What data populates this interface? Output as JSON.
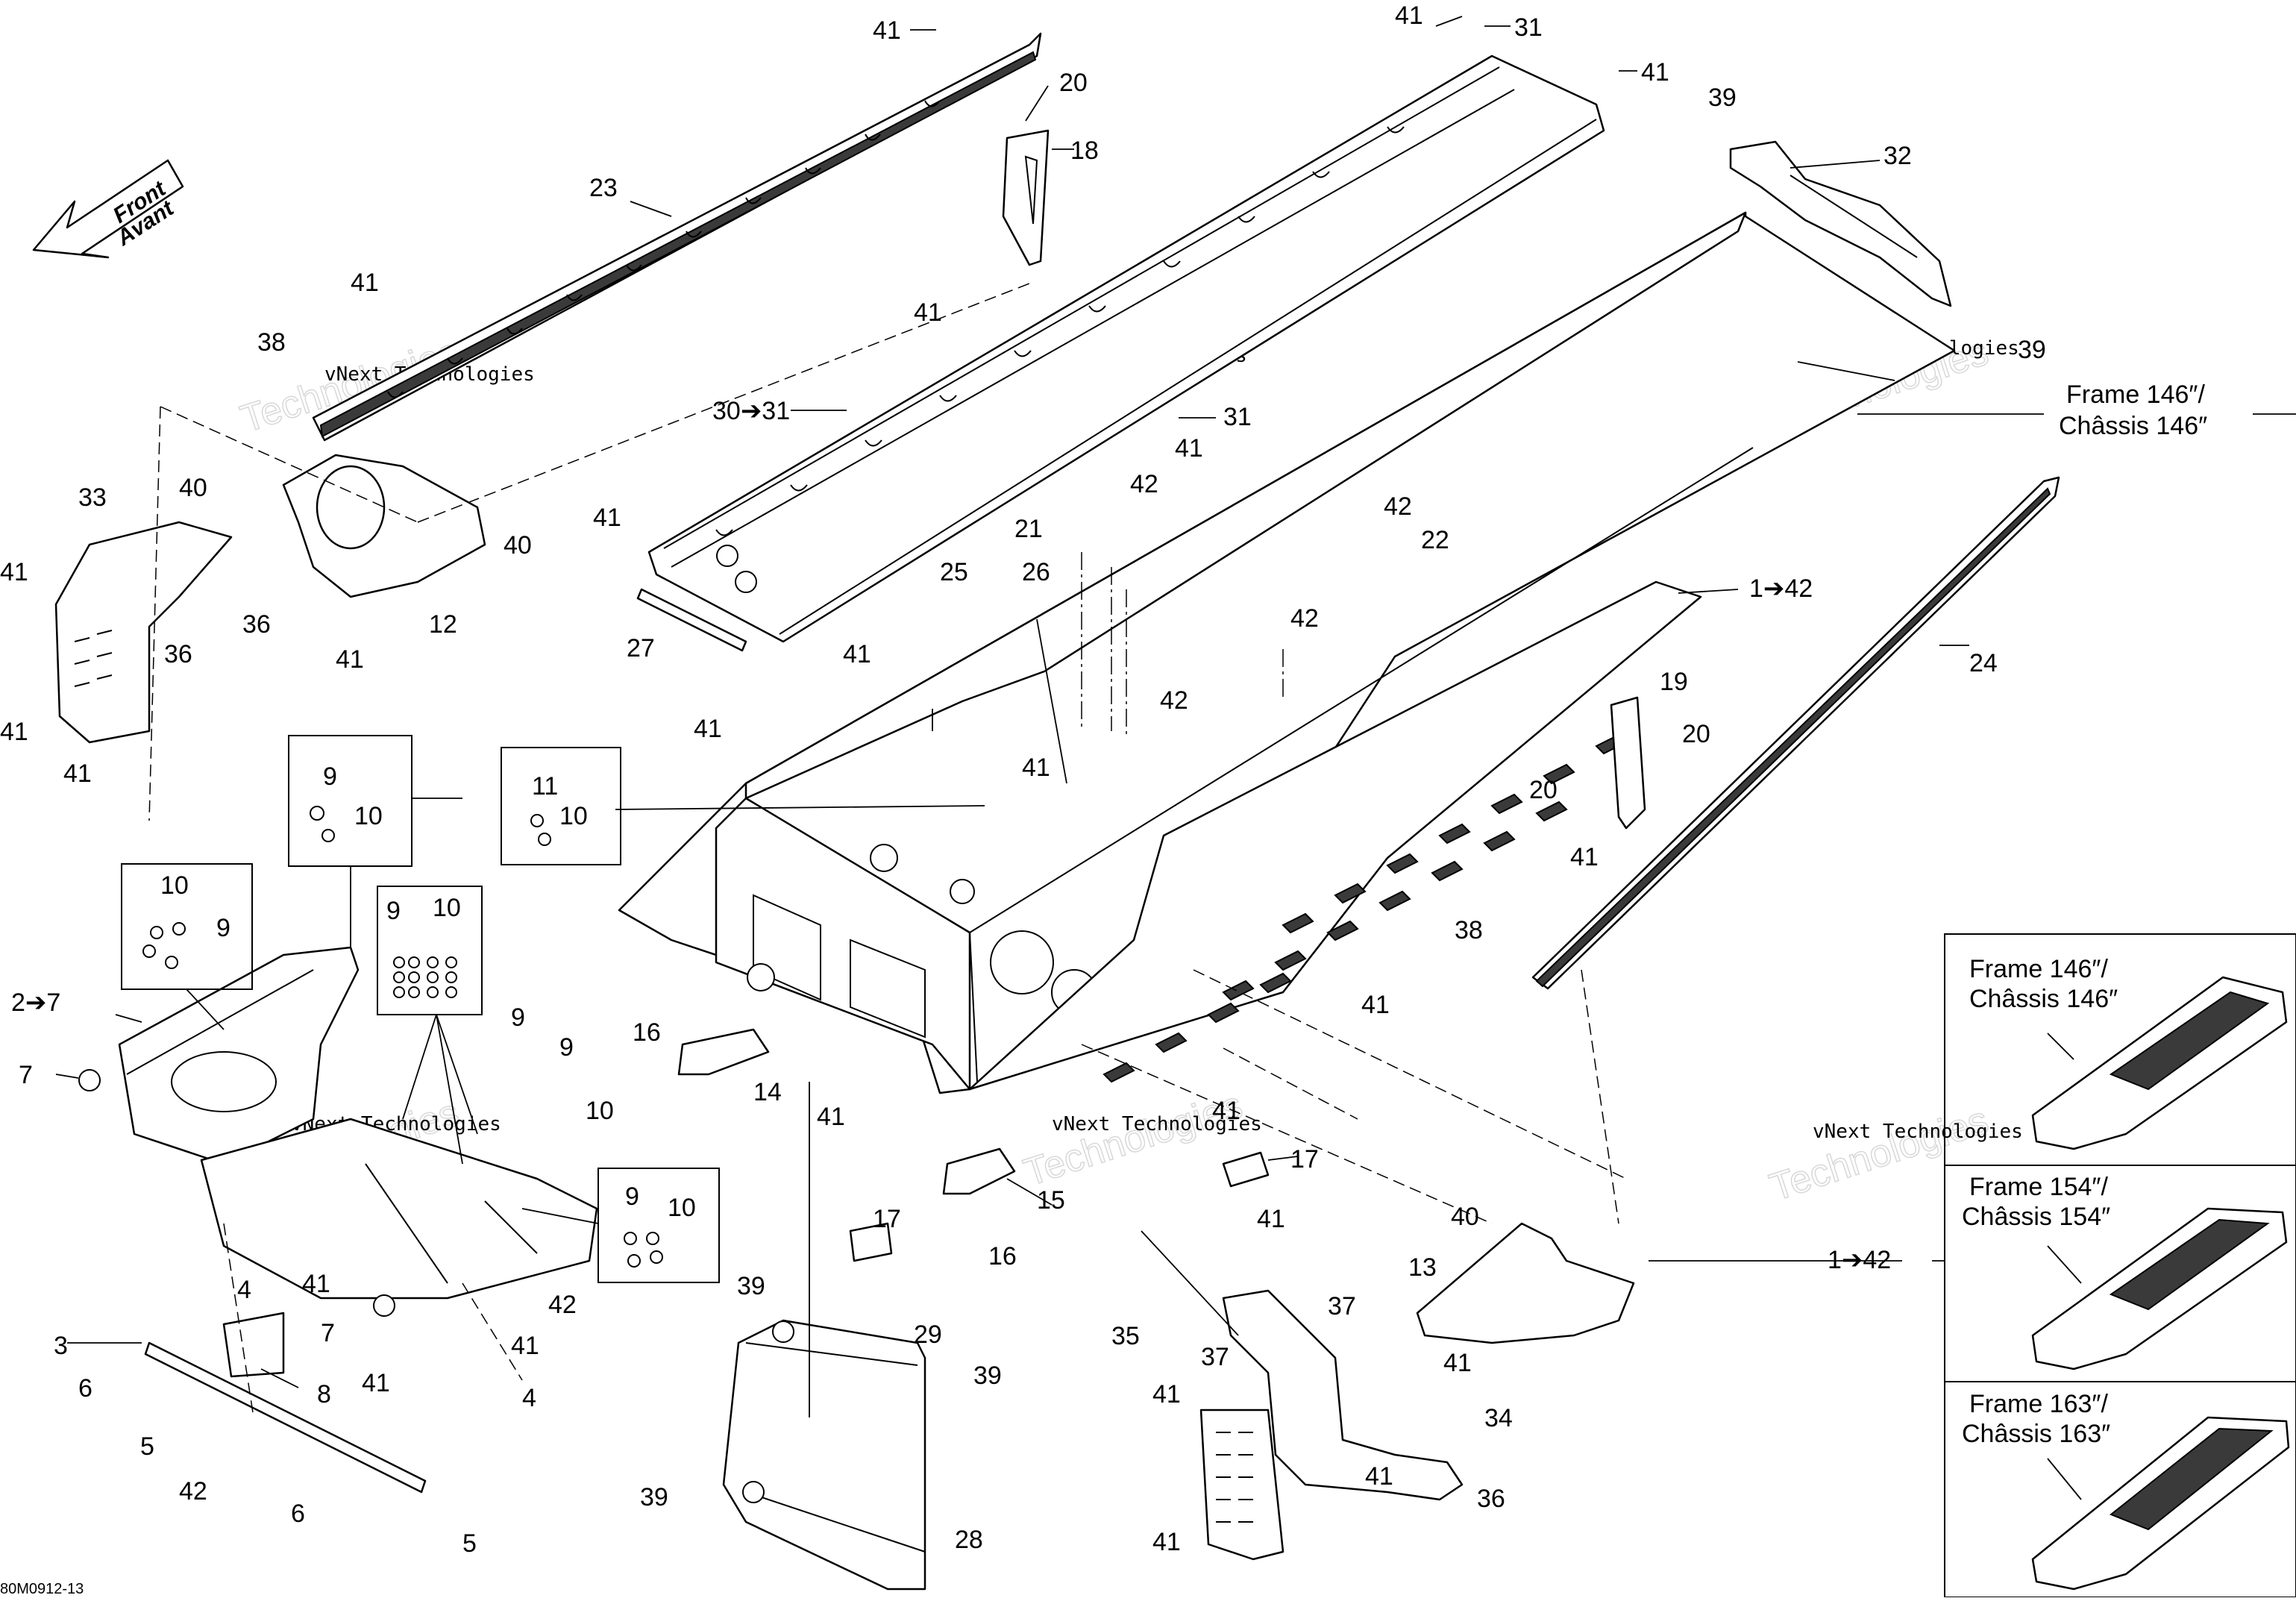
{
  "figure_id": "80M0912-13",
  "direction_arrow": {
    "line1": "Front",
    "line2": "Avant"
  },
  "watermark": "vNext Technologies",
  "frame_labels": {
    "frame146_line1": "Frame 146″/",
    "frame146_line2": "Châssis 146″",
    "frame154_line1": "Frame 154″/",
    "frame154_line2": "Châssis 154″",
    "frame163_line1": "Frame 163″/",
    "frame163_line2": "Châssis 163″"
  },
  "callouts": [
    {
      "id": "c41a",
      "text": "41"
    },
    {
      "id": "c41b",
      "text": "41"
    },
    {
      "id": "c31a",
      "text": "31"
    },
    {
      "id": "c41c",
      "text": "41"
    },
    {
      "id": "c39a",
      "text": "39"
    },
    {
      "id": "c20a",
      "text": "20"
    },
    {
      "id": "c18",
      "text": "18"
    },
    {
      "id": "c32",
      "text": "32"
    },
    {
      "id": "c23",
      "text": "23"
    },
    {
      "id": "c41d",
      "text": "41"
    },
    {
      "id": "c38a",
      "text": "38"
    },
    {
      "id": "c41e",
      "text": "41"
    },
    {
      "id": "c30",
      "text": "30➔31"
    },
    {
      "id": "c31b",
      "text": "31"
    },
    {
      "id": "c41f",
      "text": "41"
    },
    {
      "id": "c39b",
      "text": "39"
    },
    {
      "id": "c33",
      "text": "33"
    },
    {
      "id": "c40a",
      "text": "40"
    },
    {
      "id": "c40b",
      "text": "40"
    },
    {
      "id": "c41g",
      "text": "41"
    },
    {
      "id": "c12",
      "text": "12"
    },
    {
      "id": "c36a",
      "text": "36"
    },
    {
      "id": "c36b",
      "text": "36"
    },
    {
      "id": "c41h",
      "text": "41"
    },
    {
      "id": "c41i",
      "text": "41"
    },
    {
      "id": "c41j",
      "text": "41"
    },
    {
      "id": "c42a",
      "text": "42"
    },
    {
      "id": "c21",
      "text": "21"
    },
    {
      "id": "c42b",
      "text": "42"
    },
    {
      "id": "c22",
      "text": "22"
    },
    {
      "id": "c41k",
      "text": "41"
    },
    {
      "id": "c1to42a",
      "text": "1➔42"
    },
    {
      "id": "c24",
      "text": "24"
    },
    {
      "id": "c25",
      "text": "25"
    },
    {
      "id": "c26",
      "text": "26"
    },
    {
      "id": "c27",
      "text": "27"
    },
    {
      "id": "c41l",
      "text": "41"
    },
    {
      "id": "c42c",
      "text": "42"
    },
    {
      "id": "c42d",
      "text": "42"
    },
    {
      "id": "c41m",
      "text": "41"
    },
    {
      "id": "c41n",
      "text": "41"
    },
    {
      "id": "c19",
      "text": "19"
    },
    {
      "id": "c20b",
      "text": "20"
    },
    {
      "id": "c20c",
      "text": "20"
    },
    {
      "id": "c9a",
      "text": "9"
    },
    {
      "id": "c10a",
      "text": "10"
    },
    {
      "id": "c11",
      "text": "11"
    },
    {
      "id": "c10b",
      "text": "10"
    },
    {
      "id": "c10c",
      "text": "10"
    },
    {
      "id": "c9b",
      "text": "9"
    },
    {
      "id": "c9c",
      "text": "9"
    },
    {
      "id": "c10d",
      "text": "10"
    },
    {
      "id": "c41o",
      "text": "41"
    },
    {
      "id": "c38b",
      "text": "38"
    },
    {
      "id": "c2to7",
      "text": "2➔7"
    },
    {
      "id": "c7a",
      "text": "7"
    },
    {
      "id": "c9d",
      "text": "9"
    },
    {
      "id": "c9e",
      "text": "9"
    },
    {
      "id": "c10e",
      "text": "10"
    },
    {
      "id": "c16a",
      "text": "16"
    },
    {
      "id": "c14",
      "text": "14"
    },
    {
      "id": "c41p",
      "text": "41"
    },
    {
      "id": "c41q",
      "text": "41"
    },
    {
      "id": "c41r",
      "text": "41"
    },
    {
      "id": "c17a",
      "text": "17"
    },
    {
      "id": "c17b",
      "text": "17"
    },
    {
      "id": "c41s",
      "text": "41"
    },
    {
      "id": "c15",
      "text": "15"
    },
    {
      "id": "c16b",
      "text": "16"
    },
    {
      "id": "c9f",
      "text": "9"
    },
    {
      "id": "c10f",
      "text": "10"
    },
    {
      "id": "c4a",
      "text": "4"
    },
    {
      "id": "c41t",
      "text": "41"
    },
    {
      "id": "c42e",
      "text": "42"
    },
    {
      "id": "c7b",
      "text": "7"
    },
    {
      "id": "c41u",
      "text": "41"
    },
    {
      "id": "c41v",
      "text": "41"
    },
    {
      "id": "c3",
      "text": "3"
    },
    {
      "id": "c8",
      "text": "8"
    },
    {
      "id": "c4b",
      "text": "4"
    },
    {
      "id": "c6a",
      "text": "6"
    },
    {
      "id": "c5a",
      "text": "5"
    },
    {
      "id": "c42f",
      "text": "42"
    },
    {
      "id": "c6b",
      "text": "6"
    },
    {
      "id": "c5b",
      "text": "5"
    },
    {
      "id": "c39c",
      "text": "39"
    },
    {
      "id": "c29",
      "text": "29"
    },
    {
      "id": "c39d",
      "text": "39"
    },
    {
      "id": "c39e",
      "text": "39"
    },
    {
      "id": "c28",
      "text": "28"
    },
    {
      "id": "c40c",
      "text": "40"
    },
    {
      "id": "c13",
      "text": "13"
    },
    {
      "id": "c41w",
      "text": "41"
    },
    {
      "id": "c35",
      "text": "35"
    },
    {
      "id": "c37a",
      "text": "37"
    },
    {
      "id": "c37b",
      "text": "37"
    },
    {
      "id": "c41x",
      "text": "41"
    },
    {
      "id": "c34",
      "text": "34"
    },
    {
      "id": "c41y",
      "text": "41"
    },
    {
      "id": "c36c",
      "text": "36"
    },
    {
      "id": "c41z",
      "text": "41"
    },
    {
      "id": "c1to42b",
      "text": "1➔42"
    }
  ]
}
